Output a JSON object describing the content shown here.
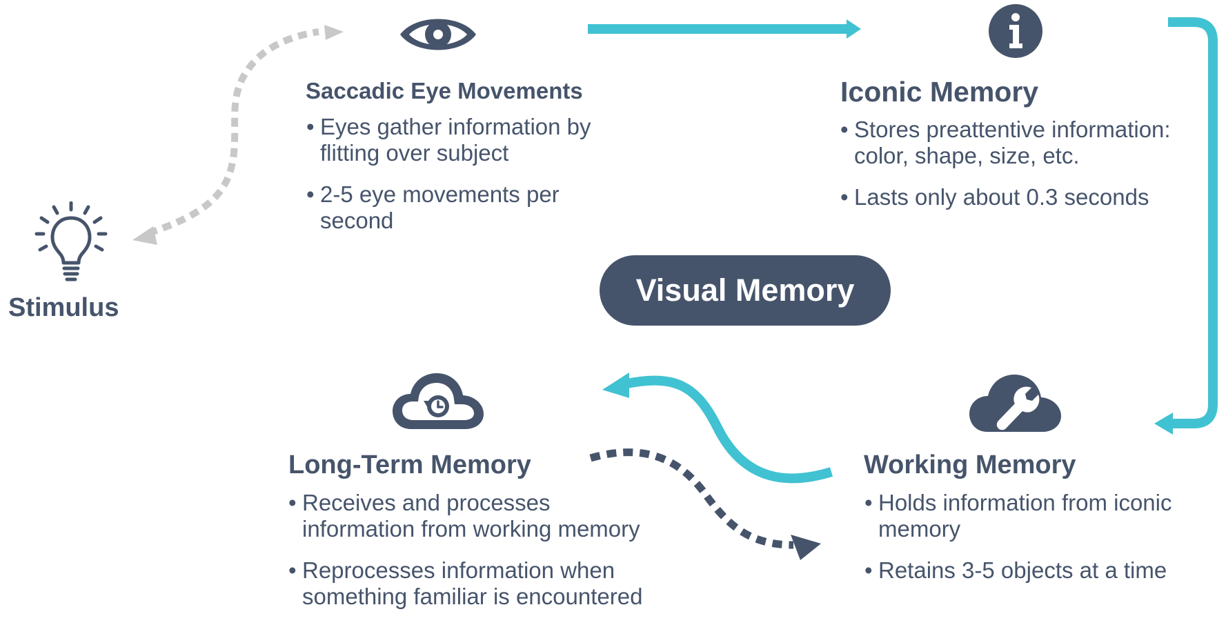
{
  "colors": {
    "primary": "#46546b",
    "accent": "#41c2d2",
    "muted": "#c8c8c8",
    "background": "#ffffff"
  },
  "center": {
    "label": "Visual Memory"
  },
  "stimulus": {
    "title": "Stimulus",
    "icon": "lightbulb-icon"
  },
  "saccadic": {
    "title": "Saccadic Eye Movements",
    "icon": "eye-icon",
    "bullets": [
      "Eyes gather information by flitting over subject",
      "2-5 eye movements per second"
    ]
  },
  "iconic": {
    "title": "Iconic Memory",
    "icon": "info-icon",
    "bullets": [
      "Stores preattentive information: color, shape, size, etc.",
      "Lasts only about 0.3 seconds"
    ]
  },
  "working": {
    "title": "Working Memory",
    "icon": "cloud-wrench-icon",
    "bullets": [
      "Holds information from iconic memory",
      "Retains 3-5 objects at a time"
    ]
  },
  "long_term": {
    "title": "Long-Term Memory",
    "icon": "cloud-history-icon",
    "bullets": [
      "Receives and processes information from working memory",
      "Reprocesses information when something familiar is encountered"
    ]
  }
}
